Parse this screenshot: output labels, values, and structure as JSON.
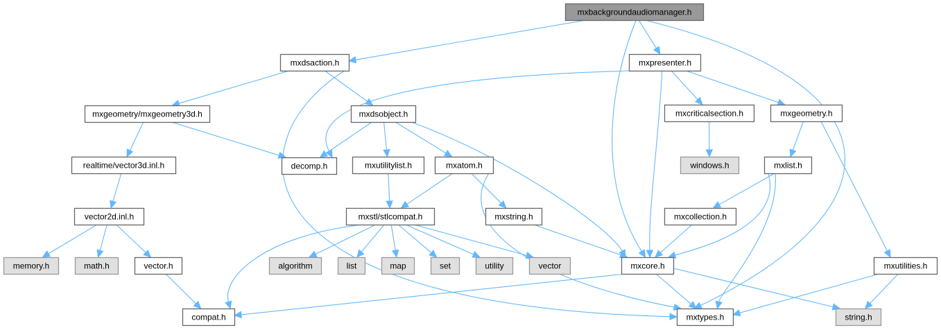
{
  "title": "mxbackgroundaudiomanager.h",
  "colors": {
    "edge": "#63b8ff",
    "root_fill": "#999999",
    "node_fill": "#ffffff",
    "external_fill": "#e0e0e0",
    "border": "#666666"
  },
  "nodes": [
    {
      "id": "root",
      "label": "mxbackgroundaudiomanager.h",
      "kind": "root"
    },
    {
      "id": "mxdsaction",
      "label": "mxdsaction.h",
      "kind": "normal"
    },
    {
      "id": "mxpresenter",
      "label": "mxpresenter.h",
      "kind": "normal"
    },
    {
      "id": "mxgeometry3d",
      "label": "mxgeometry/mxgeometry3d.h",
      "kind": "normal"
    },
    {
      "id": "mxdsobject",
      "label": "mxdsobject.h",
      "kind": "normal"
    },
    {
      "id": "mxcriticalsection",
      "label": "mxcriticalsection.h",
      "kind": "normal"
    },
    {
      "id": "mxgeometry",
      "label": "mxgeometry.h",
      "kind": "normal"
    },
    {
      "id": "vector3d",
      "label": "realtime/vector3d.inl.h",
      "kind": "normal"
    },
    {
      "id": "decomp",
      "label": "decomp.h",
      "kind": "normal"
    },
    {
      "id": "mxutilitylist",
      "label": "mxutilitylist.h",
      "kind": "normal"
    },
    {
      "id": "mxatom",
      "label": "mxatom.h",
      "kind": "normal"
    },
    {
      "id": "windows",
      "label": "windows.h",
      "kind": "external"
    },
    {
      "id": "mxlist",
      "label": "mxlist.h",
      "kind": "normal"
    },
    {
      "id": "vector2d",
      "label": "vector2d.inl.h",
      "kind": "normal"
    },
    {
      "id": "stlcompat",
      "label": "mxstl/stlcompat.h",
      "kind": "normal"
    },
    {
      "id": "mxstring",
      "label": "mxstring.h",
      "kind": "normal"
    },
    {
      "id": "mxcollection",
      "label": "mxcollection.h",
      "kind": "normal"
    },
    {
      "id": "memory",
      "label": "memory.h",
      "kind": "external"
    },
    {
      "id": "math",
      "label": "math.h",
      "kind": "external"
    },
    {
      "id": "vector_h",
      "label": "vector.h",
      "kind": "normal"
    },
    {
      "id": "algorithm",
      "label": "algorithm",
      "kind": "external"
    },
    {
      "id": "list",
      "label": "list",
      "kind": "external"
    },
    {
      "id": "map",
      "label": "map",
      "kind": "external"
    },
    {
      "id": "set",
      "label": "set",
      "kind": "external"
    },
    {
      "id": "utility",
      "label": "utility",
      "kind": "external"
    },
    {
      "id": "vector",
      "label": "vector",
      "kind": "external"
    },
    {
      "id": "mxcore",
      "label": "mxcore.h",
      "kind": "normal"
    },
    {
      "id": "mxutilities",
      "label": "mxutilities.h",
      "kind": "normal"
    },
    {
      "id": "compat",
      "label": "compat.h",
      "kind": "normal"
    },
    {
      "id": "mxtypes",
      "label": "mxtypes.h",
      "kind": "normal"
    },
    {
      "id": "string_h",
      "label": "string.h",
      "kind": "external"
    }
  ],
  "edges": [
    {
      "from": "root",
      "to": "mxdsaction"
    },
    {
      "from": "root",
      "to": "mxpresenter"
    },
    {
      "from": "root",
      "to": "mxcore"
    },
    {
      "from": "root",
      "to": "mxtypes"
    },
    {
      "from": "mxdsaction",
      "to": "mxgeometry3d"
    },
    {
      "from": "mxdsaction",
      "to": "mxdsobject"
    },
    {
      "from": "mxdsaction",
      "to": "mxtypes"
    },
    {
      "from": "mxpresenter",
      "to": "decomp"
    },
    {
      "from": "mxpresenter",
      "to": "mxcriticalsection"
    },
    {
      "from": "mxpresenter",
      "to": "mxgeometry"
    },
    {
      "from": "mxpresenter",
      "to": "mxcore"
    },
    {
      "from": "mxgeometry3d",
      "to": "vector3d"
    },
    {
      "from": "mxgeometry3d",
      "to": "decomp"
    },
    {
      "from": "mxdsobject",
      "to": "decomp"
    },
    {
      "from": "mxdsobject",
      "to": "mxutilitylist"
    },
    {
      "from": "mxdsobject",
      "to": "mxatom"
    },
    {
      "from": "mxdsobject",
      "to": "mxcore"
    },
    {
      "from": "mxcriticalsection",
      "to": "windows"
    },
    {
      "from": "mxgeometry",
      "to": "mxlist"
    },
    {
      "from": "mxgeometry",
      "to": "mxutilities"
    },
    {
      "from": "vector3d",
      "to": "vector2d"
    },
    {
      "from": "mxutilitylist",
      "to": "stlcompat"
    },
    {
      "from": "mxatom",
      "to": "stlcompat"
    },
    {
      "from": "mxatom",
      "to": "mxstring"
    },
    {
      "from": "mxatom",
      "to": "mxtypes"
    },
    {
      "from": "mxlist",
      "to": "mxcollection"
    },
    {
      "from": "mxlist",
      "to": "mxcore"
    },
    {
      "from": "mxlist",
      "to": "mxtypes"
    },
    {
      "from": "vector2d",
      "to": "memory"
    },
    {
      "from": "vector2d",
      "to": "math"
    },
    {
      "from": "vector2d",
      "to": "vector_h"
    },
    {
      "from": "stlcompat",
      "to": "algorithm"
    },
    {
      "from": "stlcompat",
      "to": "list"
    },
    {
      "from": "stlcompat",
      "to": "map"
    },
    {
      "from": "stlcompat",
      "to": "set"
    },
    {
      "from": "stlcompat",
      "to": "utility"
    },
    {
      "from": "stlcompat",
      "to": "vector"
    },
    {
      "from": "stlcompat",
      "to": "compat"
    },
    {
      "from": "mxstring",
      "to": "mxcore"
    },
    {
      "from": "mxcollection",
      "to": "mxcore"
    },
    {
      "from": "vector_h",
      "to": "compat"
    },
    {
      "from": "mxcore",
      "to": "compat"
    },
    {
      "from": "mxcore",
      "to": "mxtypes"
    },
    {
      "from": "mxcore",
      "to": "string_h"
    },
    {
      "from": "mxutilities",
      "to": "mxtypes"
    },
    {
      "from": "mxutilities",
      "to": "string_h"
    }
  ]
}
